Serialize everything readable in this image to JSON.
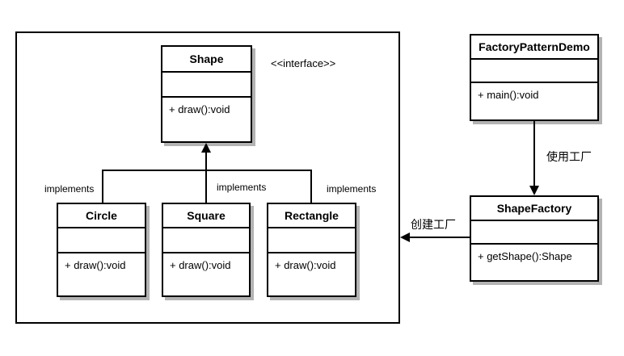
{
  "diagram": {
    "stereotype_label": "<<interface>>",
    "implements_labels": [
      "implements",
      "implements",
      "implements"
    ],
    "edge_labels": {
      "use_factory": "使用工厂",
      "create_factory": "创建工厂"
    },
    "classes": {
      "shape": {
        "name": "Shape",
        "method": "+ draw():void"
      },
      "circle": {
        "name": "Circle",
        "method": "+ draw():void"
      },
      "square": {
        "name": "Square",
        "method": "+ draw():void"
      },
      "rectangle": {
        "name": "Rectangle",
        "method": "+ draw():void"
      },
      "factory_pattern_demo": {
        "name": "FactoryPatternDemo",
        "method": "+ main():void"
      },
      "shape_factory": {
        "name": "ShapeFactory",
        "method": "+ getShape():Shape"
      }
    },
    "colors": {
      "line": "#000000",
      "shadow": "#b3b3b3",
      "background": "#ffffff",
      "text": "#000000"
    }
  }
}
